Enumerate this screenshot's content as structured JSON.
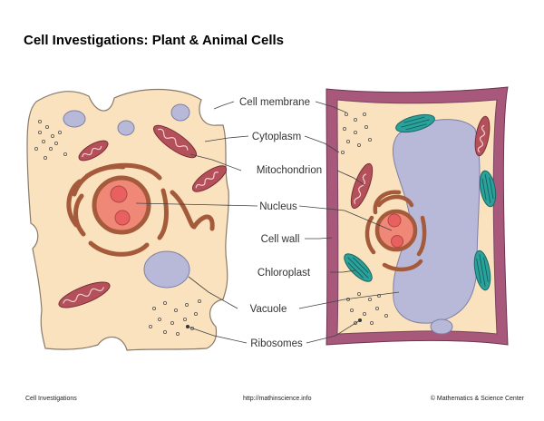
{
  "title": "Cell Investigations: Plant & Animal Cells",
  "labels": {
    "cell_membrane": "Cell membrane",
    "cytoplasm": "Cytoplasm",
    "mitochondrion": "Mitochondrion",
    "nucleus": "Nucleus",
    "cell_wall": "Cell wall",
    "chloroplast": "Chloroplast",
    "vacuole": "Vacuole",
    "ribosomes": "Ribosomes"
  },
  "footer": {
    "left": "Cell Investigations",
    "center": "http://mathinscience.info",
    "right": "Mathematics & Science Center",
    "copyright_symbol": "©"
  },
  "colors": {
    "cytoplasm": "#f9e2bd",
    "cell_wall": "#a8587a",
    "organelle_outline": "#a55a3c",
    "nucleus": "#f08878",
    "vacuole": "#b8b9d9",
    "chloroplast": "#2aa19a",
    "leader_line": "#444444"
  }
}
